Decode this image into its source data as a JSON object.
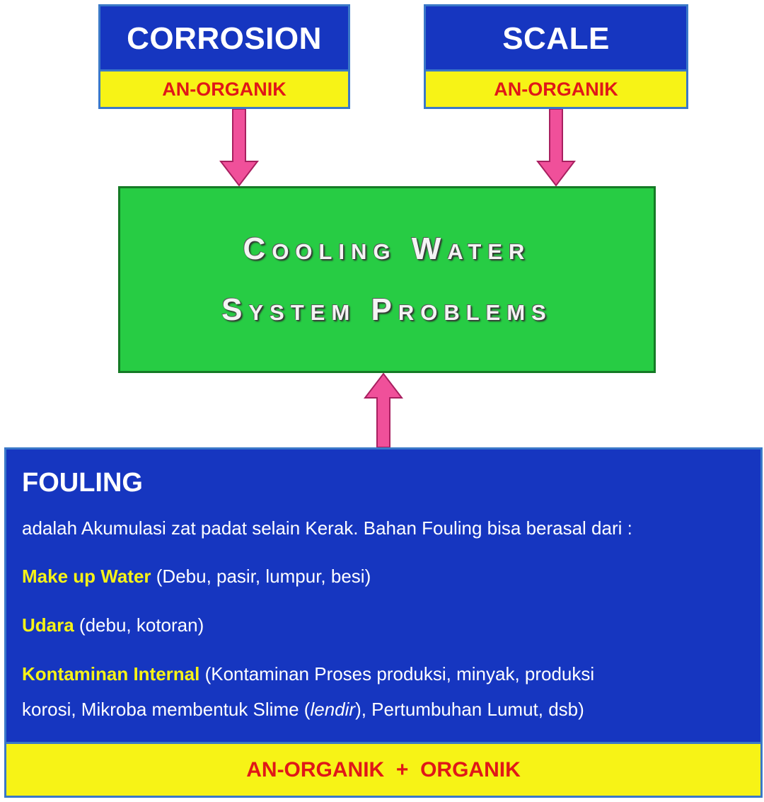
{
  "boxes": {
    "corrosion": {
      "title": "CORROSION",
      "subtitle": "AN-ORGANIK"
    },
    "scale": {
      "title": "SCALE",
      "subtitle": "AN-ORGANIK"
    }
  },
  "center": {
    "line1": "Cooling Water",
    "line2": "System Problems"
  },
  "fouling": {
    "heading": "FOULING",
    "description": "adalah Akumulasi zat padat selain Kerak. Bahan Fouling bisa berasal dari :",
    "sources": [
      {
        "label": "Make up Water",
        "detail": " (Debu, pasir, lumpur, besi)"
      },
      {
        "label": "Udara",
        "detail": " (debu, kotoran)"
      },
      {
        "label": "Kontaminan Internal",
        "detail": " (Kontaminan Proses produksi, minyak, produksi"
      }
    ],
    "continuation": {
      "before": "korosi, Mikroba membentuk Slime (",
      "italic": "lendir",
      "after": "), Pertumbuhan Lumut, dsb)"
    },
    "footer": "AN-ORGANIK  +  ORGANIK"
  },
  "colors": {
    "box_blue": "#1636c0",
    "label_yellow": "#f7f316",
    "label_red": "#e01818",
    "center_green": "#27cc44",
    "arrow_pink": "#f0509a"
  }
}
